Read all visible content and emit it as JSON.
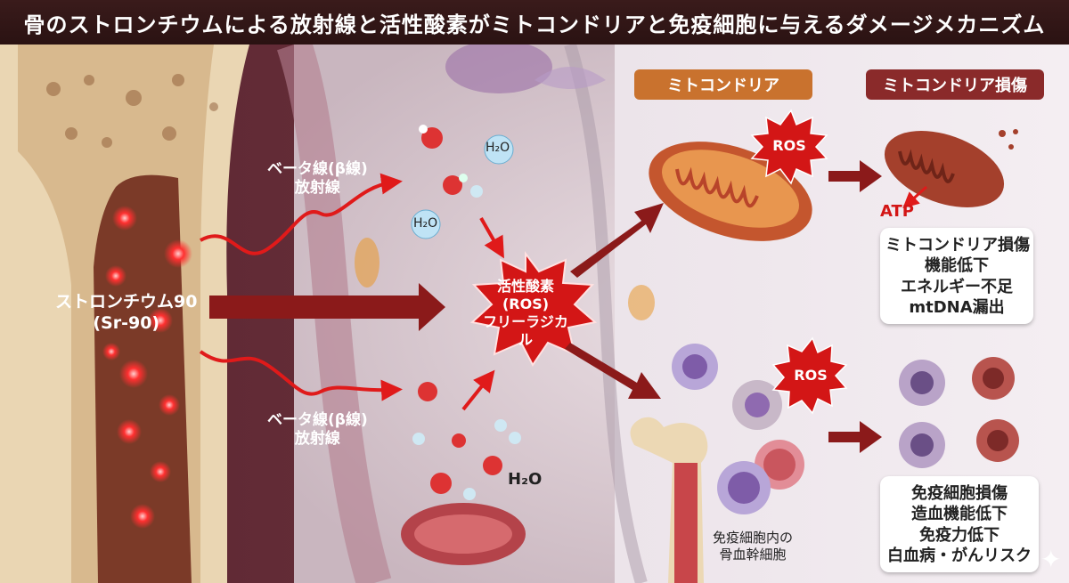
{
  "title": "骨のストロンチウムによる放射線と活性酸素がミトコンドリアと免疫細胞に与えるダメージメカニズム",
  "bone": {
    "label_line1": "ストロンチウム90",
    "label_line2": "(Sr-90)"
  },
  "beta_top": {
    "line1": "ベータ線(β線)",
    "line2": "放射線"
  },
  "beta_bottom": {
    "line1": "ベータ線(β線)",
    "line2": "放射線"
  },
  "water_labels": [
    "H₂O",
    "H₂O",
    "H₂O"
  ],
  "ros_center": {
    "line1": "活性酸素",
    "line2": "(ROS)",
    "line3": "フリーラジカル"
  },
  "ros_small": "ROS",
  "mito": {
    "tag": "ミトコンドリア",
    "damage_tag": "ミトコンドリア損傷",
    "atp": "ATP"
  },
  "mito_box": [
    "ミトコンドリア損傷",
    "機能低下",
    "エネルギー不足",
    "mtDNA漏出"
  ],
  "stem": {
    "line1": "免疫細胞内の",
    "line2": "骨血幹細胞"
  },
  "immune_box": [
    "免疫細胞損傷",
    "造血機能低下",
    "免疫力低下",
    "白血病・がんリスク"
  ],
  "colors": {
    "tag_orange": "#c9722e",
    "tag_darkred": "#8a2a2a",
    "ros_red": "#d31616",
    "arrow_dark": "#8b1a1a"
  }
}
